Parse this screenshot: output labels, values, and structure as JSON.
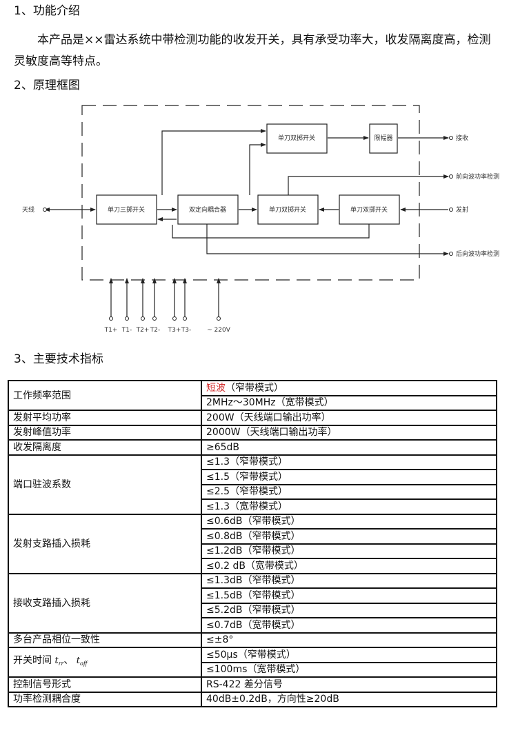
{
  "sections": {
    "s1_title": "1、功能介绍",
    "s1_body": "本产品是××雷达系统中带检测功能的收发开关，具有承受功率大，收发隔离度高，检测灵敏度高等特点。",
    "s2_title": "2、原理框图",
    "s3_title": "3、主要技术指标"
  },
  "diagram": {
    "blocks": {
      "sp3t": "单刀三掷开关",
      "coupler": "双定向耦合器",
      "spdt_mid": "单刀双掷开关",
      "spdt_right": "单刀双掷开关",
      "spdt_top": "单刀双掷开关",
      "limiter": "限幅器"
    },
    "ports": {
      "antenna": "天线",
      "receive": "接收",
      "forward_detect": "前向波功率检测",
      "transmit": "发射",
      "reverse_detect": "后向波功率检测"
    },
    "pins": [
      "T1+",
      "T1-",
      "T2+",
      "T2-",
      "T3+",
      "T3-",
      "~ 220V"
    ]
  },
  "specs": {
    "freq_label": "工作频率范围",
    "freq_v1_red": "短波",
    "freq_v1_rest": "（窄带模式）",
    "freq_v2": "2MHz～30MHz（宽带模式）",
    "avg_power_label": "发射平均功率",
    "avg_power_value": "200W（天线端口输出功率）",
    "peak_power_label": "发射峰值功率",
    "peak_power_value": "2000W（天线端口输出功率）",
    "isolation_label": "收发隔离度",
    "isolation_value": "≥65dB",
    "vswr_label": "端口驻波系数",
    "vswr_values": [
      "≤1.3（窄带模式）",
      "≤1.5（窄带模式）",
      "≤2.5（窄带模式）",
      "≤1.3（宽带模式）"
    ],
    "tx_loss_label": "发射支路插入损耗",
    "tx_loss_values": [
      "≤0.6dB（窄带模式）",
      "≤0.8dB（窄带模式）",
      "≤1.2dB（窄带模式）",
      "≤0.2 dB（宽带模式）"
    ],
    "rx_loss_label": "接收支路插入损耗",
    "rx_loss_values": [
      "≤1.3dB（窄带模式）",
      "≤1.5dB（窄带模式）",
      "≤5.2dB（窄带模式）",
      "≤0.7dB（宽带模式）"
    ],
    "phase_label": "多台产品相位一致性",
    "phase_value": "≤±8°",
    "switch_label": "开关时间",
    "switch_t_on": "t",
    "switch_on_sub": "rr",
    "switch_sep": "、",
    "switch_t_off": "t",
    "switch_off_sub": "off",
    "switch_values": [
      "≤50μs（窄带模式）",
      "≤100ms（宽带模式）"
    ],
    "control_label": "控制信号形式",
    "control_value": "RS-422 差分信号",
    "coupling_label": "功率检测耦合度",
    "coupling_value": "40dB±0.2dB，方向性≥20dB"
  }
}
